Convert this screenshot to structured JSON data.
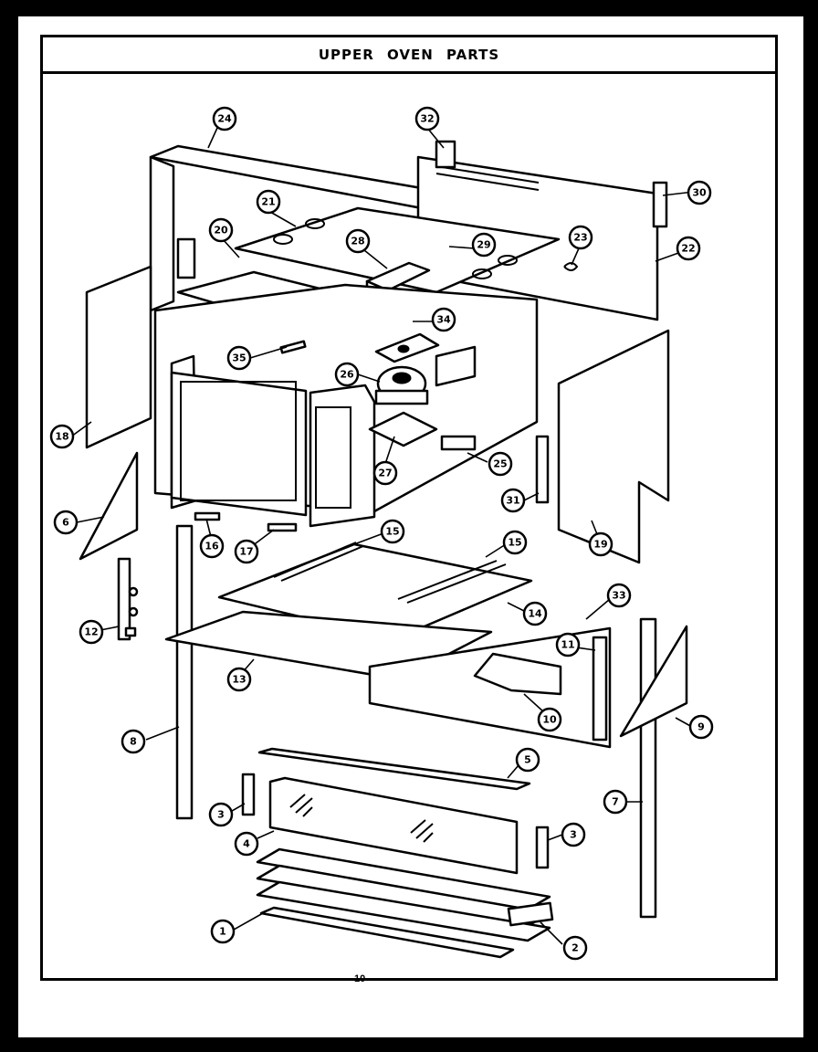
{
  "title": "UPPER OVEN PARTS",
  "page_number": "10",
  "callouts": {
    "c1": "1",
    "c2": "2",
    "c3a": "3",
    "c3b": "3",
    "c4": "4",
    "c5": "5",
    "c6": "6",
    "c7": "7",
    "c8": "8",
    "c9": "9",
    "c10": "10",
    "c11": "11",
    "c12": "12",
    "c13": "13",
    "c14": "14",
    "c15a": "15",
    "c15b": "15",
    "c16": "16",
    "c17": "17",
    "c18": "18",
    "c19": "19",
    "c20": "20",
    "c21": "21",
    "c22": "22",
    "c23": "23",
    "c24": "24",
    "c25": "25",
    "c26": "26",
    "c27": "27",
    "c28": "28",
    "c29": "29",
    "c30": "30",
    "c31": "31",
    "c32": "32",
    "c33": "33",
    "c34": "34",
    "c35": "35"
  }
}
